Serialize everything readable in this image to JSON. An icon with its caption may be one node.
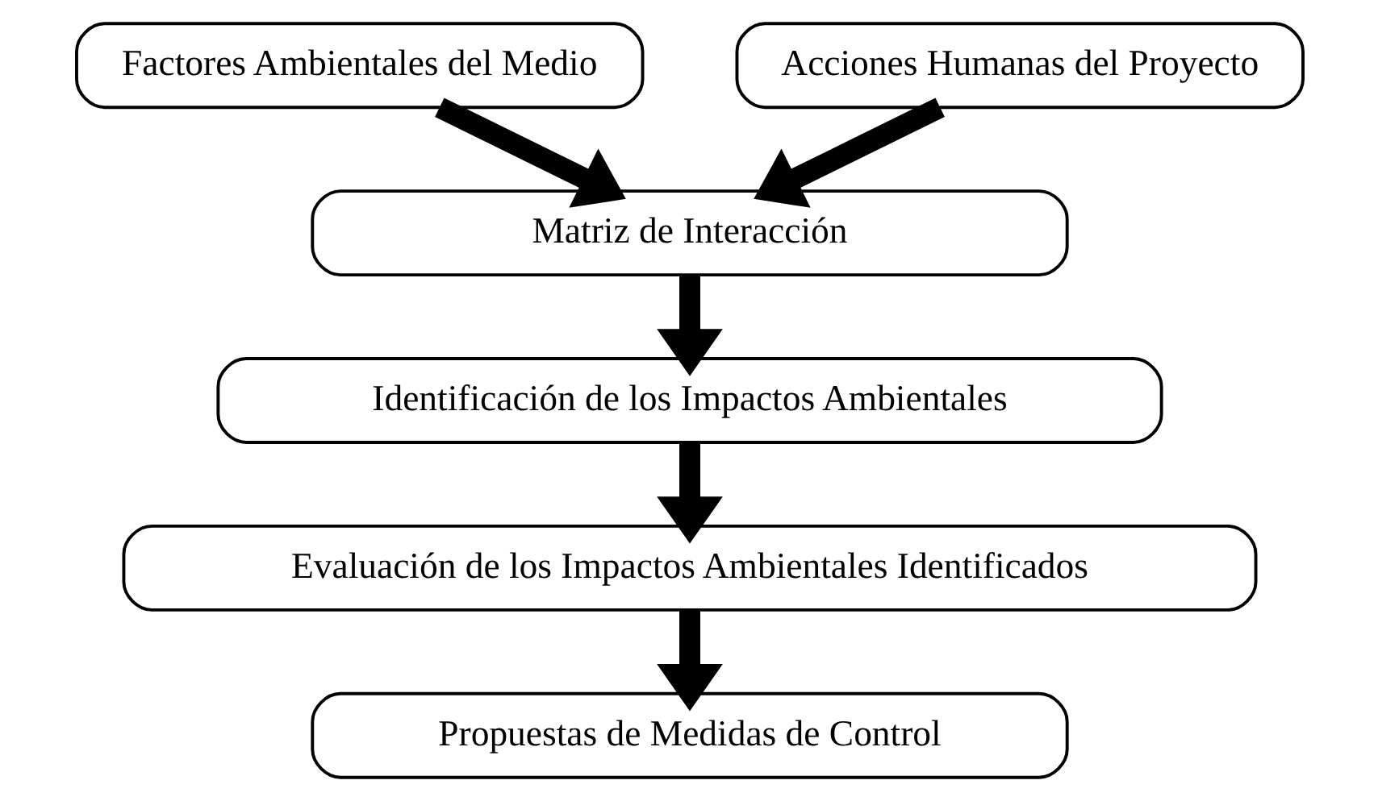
{
  "diagram": {
    "nodes": [
      {
        "text": [
          "Factores Ambientales del Medio"
        ]
      },
      {
        "text": [
          "Acciones Humanas del Proyecto"
        ]
      },
      {
        "text": [
          "Matriz de Interacción"
        ]
      },
      {
        "text": [
          "Identificación de los Impactos Ambientales"
        ]
      },
      {
        "text": [
          "Evaluación de los Impactos Ambientales Identificados"
        ]
      },
      {
        "text": [
          "Propuestas de Medidas de Control"
        ]
      }
    ],
    "edges": [
      {
        "from": 0,
        "to": 2,
        "arrow": "to"
      },
      {
        "from": 1,
        "to": 2,
        "arrow": "to"
      },
      {
        "from": 2,
        "to": 3,
        "arrow": "to"
      },
      {
        "from": 3,
        "to": 4,
        "arrow": "to"
      },
      {
        "from": 4,
        "to": 5,
        "arrow": "to"
      }
    ]
  }
}
